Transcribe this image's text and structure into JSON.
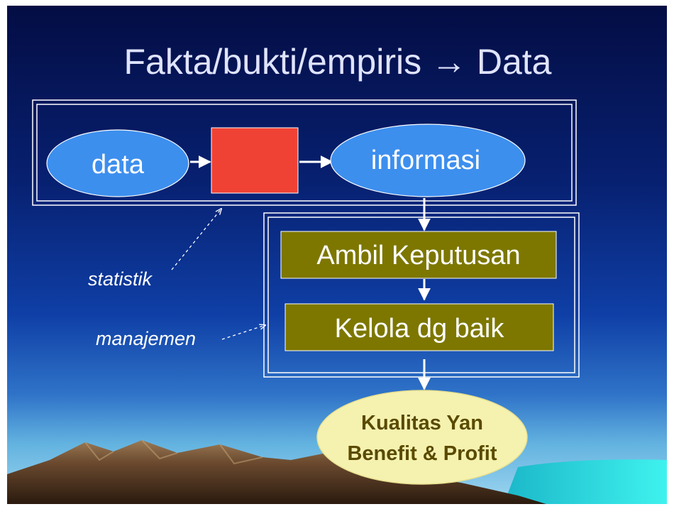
{
  "slide": {
    "title": "Fakta/bukti/empiris → Data"
  },
  "diagram": {
    "data_label": "data",
    "info_label": "informasi",
    "decision_label": "Ambil Keputusan",
    "manage_label": "Kelola dg baik",
    "outcome_line1": "Kualitas Yan",
    "outcome_line2": "Benefit & Profit",
    "statistik_label": "statistik",
    "manajemen_label": "manajemen"
  },
  "colors": {
    "sky_top": "#040d44",
    "sky_mid": "#0f3fa6",
    "horizon": "#4f9fd6",
    "ellipse_blue": "#3d8fee",
    "process_red": "#f04234",
    "olive_box": "#7d7700",
    "outcome_fill": "#f5f2b0",
    "outcome_text": "#5a4a00",
    "mountain": "#6b4a2f",
    "water": "#2ee6e6"
  }
}
